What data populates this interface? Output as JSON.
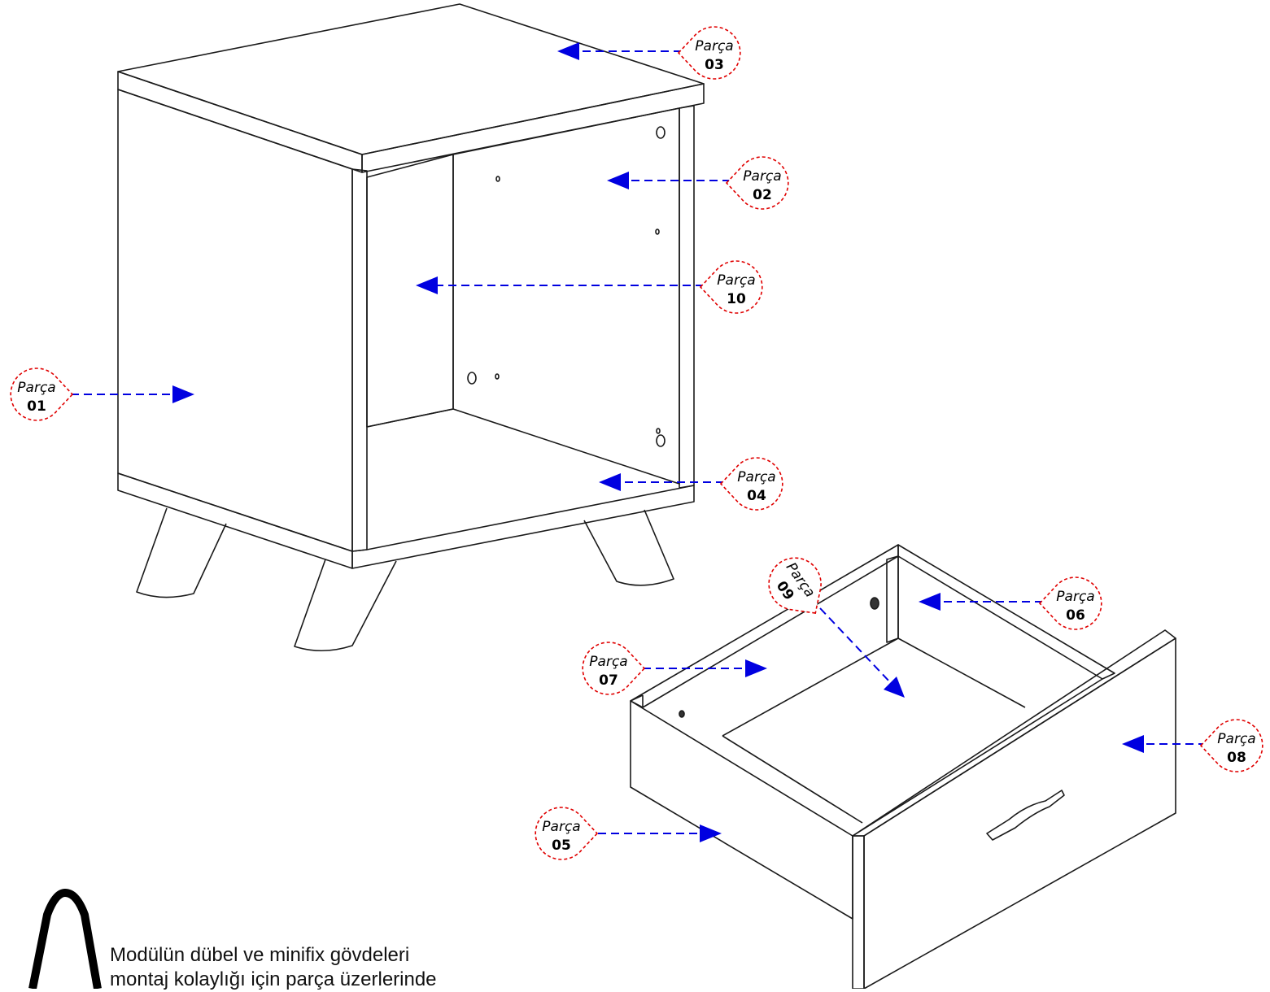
{
  "callouts": [
    {
      "word": "Parça",
      "number": "03"
    },
    {
      "word": "Parça",
      "number": "02"
    },
    {
      "word": "Parça",
      "number": "10"
    },
    {
      "word": "Parça",
      "number": "01"
    },
    {
      "word": "Parça",
      "number": "04"
    },
    {
      "word": "Parça",
      "number": "09"
    },
    {
      "word": "Parça",
      "number": "06"
    },
    {
      "word": "Parça",
      "number": "07"
    },
    {
      "word": "Parça",
      "number": "08"
    },
    {
      "word": "Parça",
      "number": "05"
    }
  ],
  "note": {
    "text": "Modülün dübel ve minifix gövdeleri\nmontaj kolaylığı için parça üzerlerinde"
  },
  "colors": {
    "line": "#1a1a1a",
    "arrow": "#0000e0",
    "callout_border": "#e00000"
  }
}
